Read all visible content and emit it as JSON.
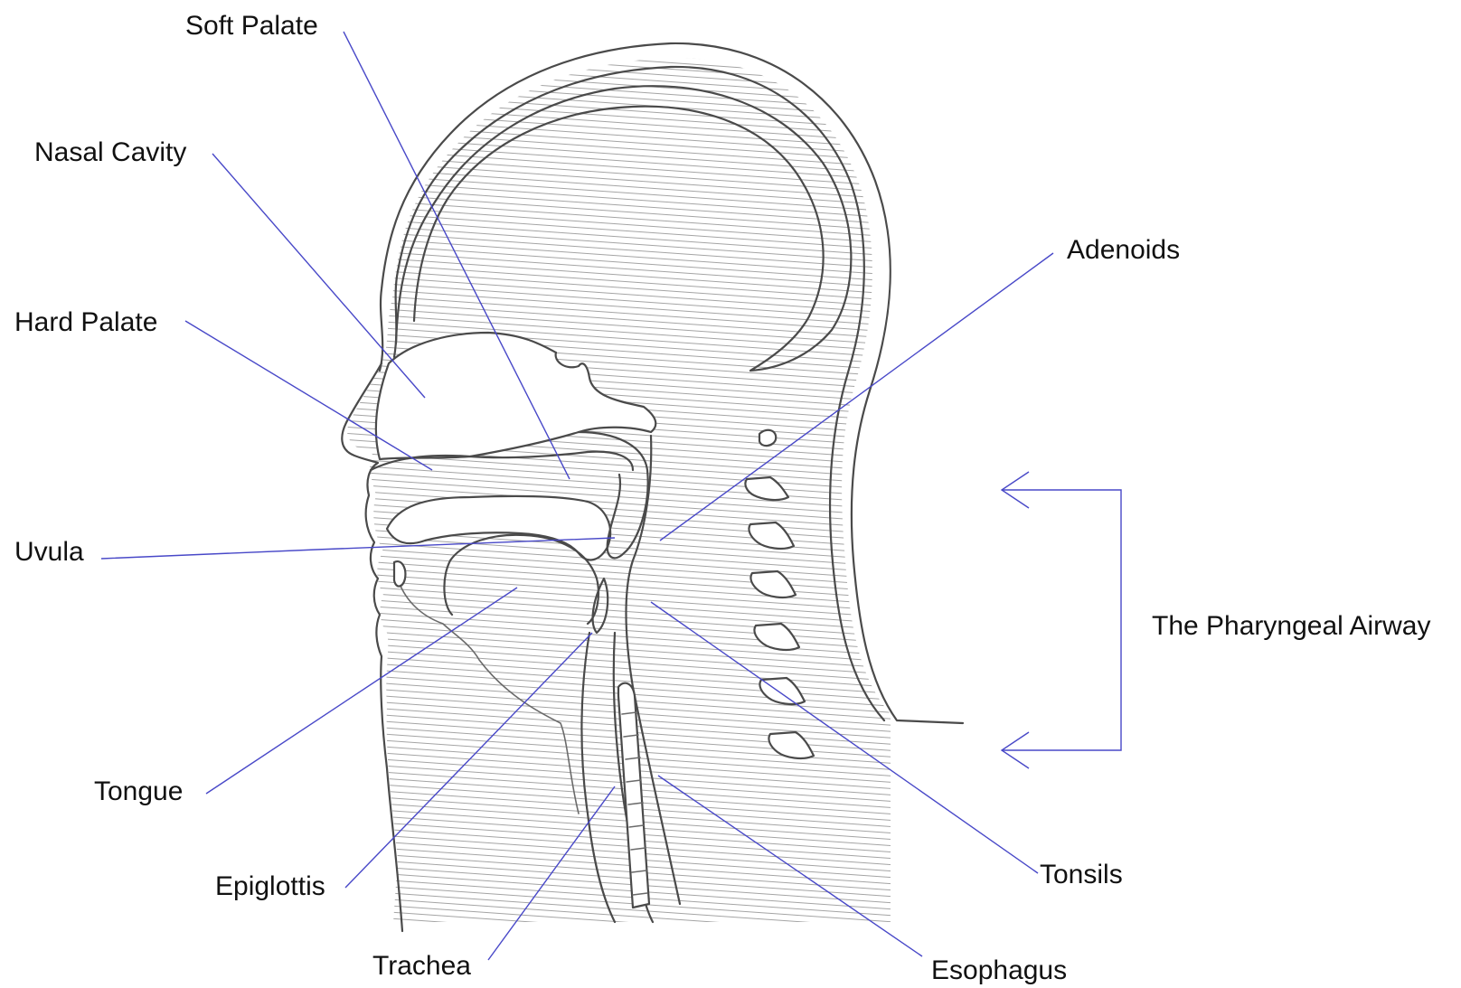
{
  "labels": {
    "soft_palate": "Soft Palate",
    "nasal_cavity": "Nasal Cavity",
    "hard_palate": "Hard Palate",
    "uvula": "Uvula",
    "tongue": "Tongue",
    "epiglottis": "Epiglottis",
    "trachea": "Trachea",
    "esophagus": "Esophagus",
    "tonsils": "Tonsils",
    "adenoids": "Adenoids",
    "pharyngeal_airway": "The Pharyngeal Airway"
  },
  "colors": {
    "leader_line": "#4848c8",
    "outline": "#4a4a4a",
    "hatch": "#9a9a9a",
    "text": "#111111",
    "background": "#ffffff"
  }
}
